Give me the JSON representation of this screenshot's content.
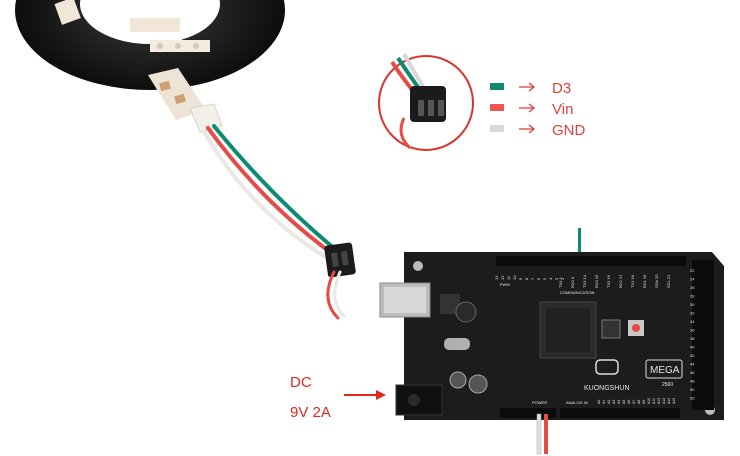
{
  "legend": {
    "items": [
      {
        "color": "#0e8a73",
        "label": "D3"
      },
      {
        "color": "#f0544f",
        "label": "Vin"
      },
      {
        "color": "#d9d9d9",
        "label": "GND"
      }
    ],
    "text_color": "#e0403a"
  },
  "dc": {
    "line1": "DC",
    "line2": "9V 2A",
    "color": "#e02820"
  },
  "board": {
    "brand": "KUONGSHUN",
    "model": "MEGA",
    "model_sub": "2560",
    "section_communication": "COMMUNICATION",
    "section_pwm": "PWM",
    "section_power": "POWER",
    "section_analog_in": "ANALOG IN",
    "pins_comm": [
      "TX0 1",
      "RX0 0",
      "TX3 14",
      "RX3 15",
      "TX2 16",
      "RX2 17",
      "TX1 18",
      "RX1 19",
      "SDA 20",
      "SCL 21"
    ],
    "pins_digital": [
      "22",
      "24",
      "26",
      "28",
      "30",
      "32",
      "34",
      "36",
      "38",
      "40",
      "42",
      "44",
      "46",
      "48",
      "50",
      "52"
    ],
    "pins_analog": [
      "A0",
      "A1",
      "A2",
      "A3",
      "A4",
      "A5",
      "A6",
      "A7",
      "A8",
      "A9",
      "A10",
      "A11",
      "A12",
      "A13",
      "A14",
      "A15"
    ],
    "pins_pwm": [
      "13",
      "12",
      "11",
      "10",
      "9",
      "8",
      "7",
      "6",
      "5",
      "4",
      "3",
      "2"
    ]
  },
  "colors": {
    "wire_green": "#0e8a73",
    "wire_red": "#e84a44",
    "wire_white": "#e8e8e8",
    "board": "#1c1c1c",
    "strip": "#1a1a1a"
  }
}
